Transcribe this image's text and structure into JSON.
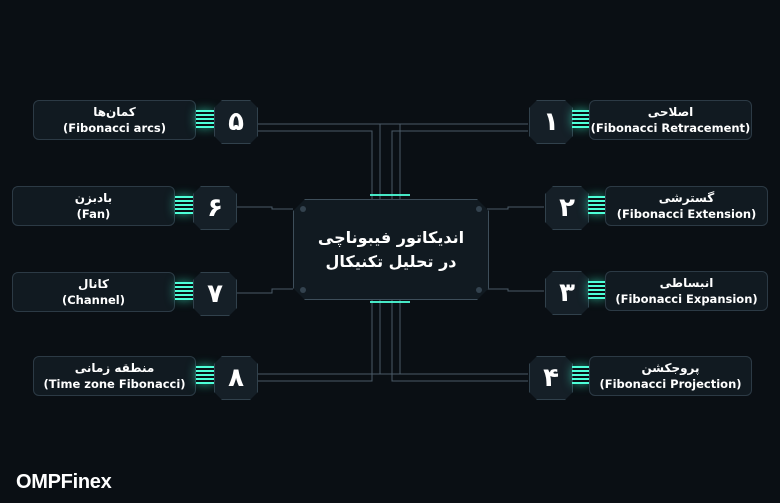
{
  "center": {
    "line1": "اندیکاتور فیبوناچی",
    "line2": "در تحلیل تکنیکال"
  },
  "right_items": [
    {
      "number": "۱",
      "fa": "اصلاحی",
      "en": "(Fibonacci Retracement)"
    },
    {
      "number": "۲",
      "fa": "گسترشی",
      "en": "(Fibonacci Extension)"
    },
    {
      "number": "۳",
      "fa": "انبساطی",
      "en": "(Fibonacci Expansion)"
    },
    {
      "number": "۴",
      "fa": "پروجکشن",
      "en": "(Fibonacci Projection)"
    }
  ],
  "left_items": [
    {
      "number": "۵",
      "fa": "کمان‌ها",
      "en": "(Fibonacci arcs)"
    },
    {
      "number": "۶",
      "fa": "بادبزن",
      "en": "(Fan)"
    },
    {
      "number": "۷",
      "fa": "کانال",
      "en": "(Channel)"
    },
    {
      "number": "۸",
      "fa": "منطقه زمانی",
      "en": "(Time zone Fibonacci)"
    }
  ],
  "brand": {
    "text": "OMPFinex"
  },
  "colors": {
    "background": "#0a0f14",
    "accent": "#4dffd8",
    "panel": "#111a21",
    "border": "#2c3a45",
    "wire": "#4a5a66"
  }
}
